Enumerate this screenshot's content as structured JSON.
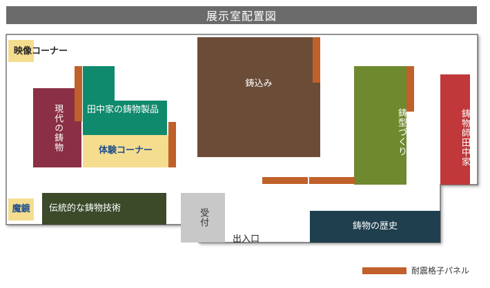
{
  "title": "展示室配置図",
  "rooms": {
    "eizo": "映像コーナー",
    "genyo": "現代の鋳物",
    "tanaka_products": "田中家の鋳物製品",
    "taiken": "体験コーナー",
    "ikomi": "鋳込み",
    "igata": "鋳型づくり",
    "imonoshi": "鋳物師田中家",
    "makyo": "魔鏡",
    "dento": "伝統的な鋳物技術",
    "uketsuke": "受付",
    "deiriguchi": "出入口",
    "rekishi": "鋳物の歴史"
  },
  "legend": {
    "panel": "耐震格子パネル"
  },
  "colors": {
    "title_bar": "#6b6b6b",
    "panel": "#c0602a",
    "cream": "#f5dd8f",
    "maroon": "#8a2f45",
    "teal": "#0f8a6c",
    "brown": "#6b4c37",
    "olive": "#6f8a2e",
    "red": "#c0383a",
    "darkgreen": "#3c4a2a",
    "gray": "#c8c8c8",
    "navy": "#1f3f4f"
  }
}
